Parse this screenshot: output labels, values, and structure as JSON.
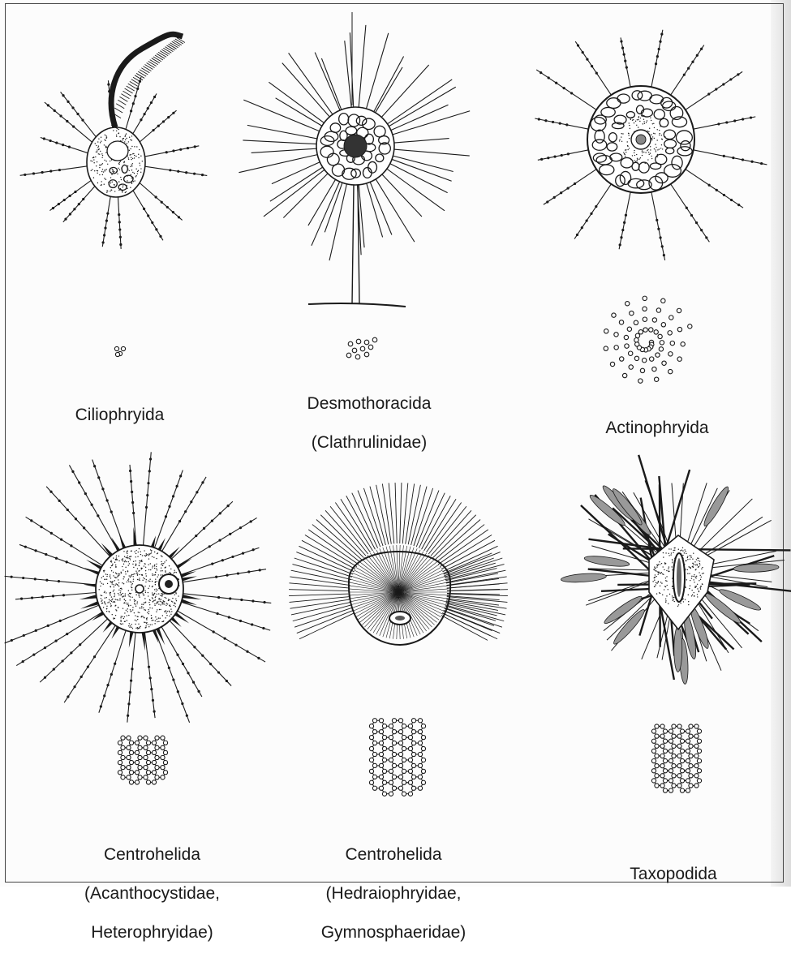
{
  "figure": {
    "panels": [
      {
        "id": "ciliophryida",
        "lines": [
          "Ciliophryida"
        ]
      },
      {
        "id": "desmothoracida",
        "lines": [
          "Desmothoracida",
          "(Clathrulinidae)"
        ]
      },
      {
        "id": "actinophryida",
        "lines": [
          "Actinophryida"
        ]
      },
      {
        "id": "centrohelida-acanthocystidae",
        "lines": [
          "Centrohelida",
          "(Acanthocystidae,",
          "Heterophryidae)"
        ]
      },
      {
        "id": "centrohelida-hedraiophryidae",
        "lines": [
          "Centrohelida",
          "(Hedraiophryidae,",
          "Gymnosphaeridae)"
        ]
      },
      {
        "id": "taxopodida",
        "lines": [
          "Taxopodida"
        ]
      }
    ]
  },
  "colors": {
    "ink": "#1a1a1a",
    "paper": "#fcfcfc",
    "frame": "#444444"
  }
}
